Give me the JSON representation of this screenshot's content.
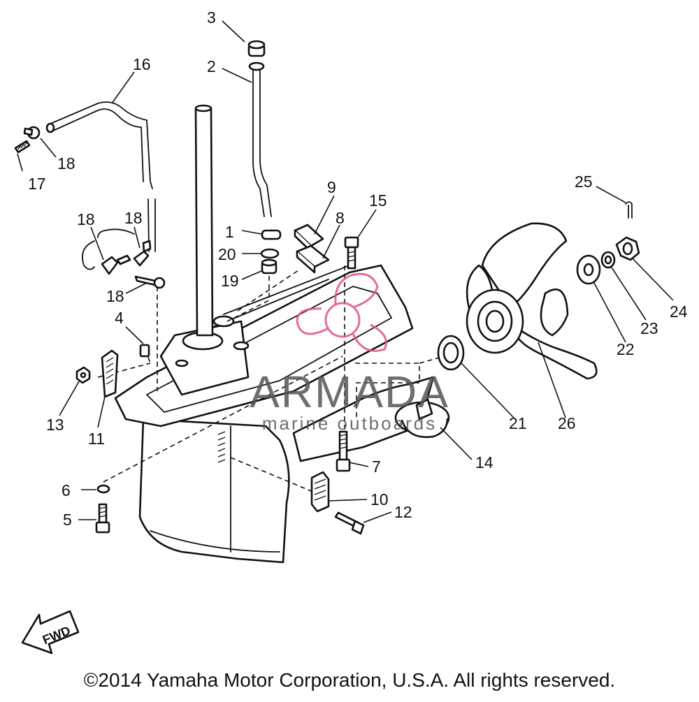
{
  "watermark": {
    "brand": "ARMADA",
    "tagline": "marine outboards",
    "logo_color": "#e2518f",
    "text_color": "#555555"
  },
  "fwd_label": "FWD",
  "copyright": "©2014 Yamaha Motor Corporation, U.S.A. All rights reserved.",
  "callouts": [
    "1",
    "2",
    "3",
    "4",
    "5",
    "6",
    "7",
    "8",
    "9",
    "10",
    "11",
    "12",
    "13",
    "14",
    "15",
    "16",
    "17",
    "18",
    "18",
    "18",
    "18",
    "19",
    "20",
    "21",
    "22",
    "23",
    "24",
    "25",
    "26"
  ]
}
